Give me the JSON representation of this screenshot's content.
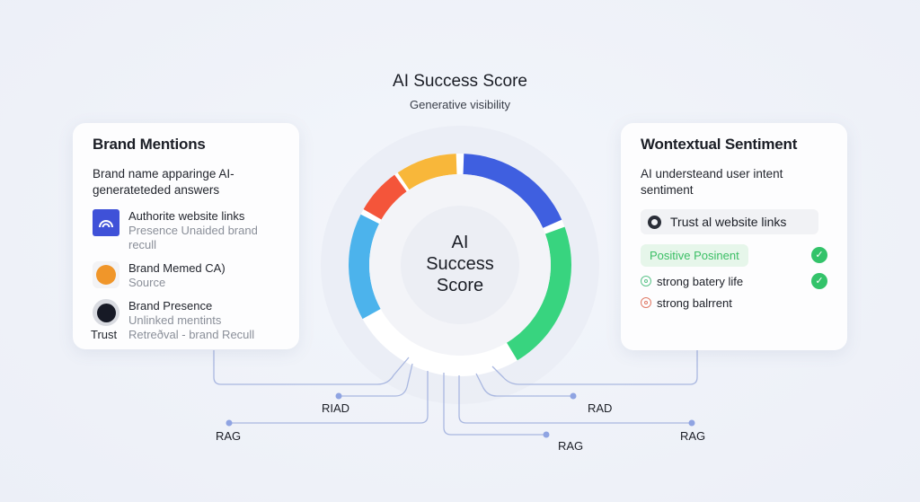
{
  "header": {
    "title": "AI Success Score",
    "subtitle": "Generative visibility"
  },
  "left_card": {
    "title": "Brand Mentions",
    "description": "Brand name apparinge AI-generateteded answers",
    "items": [
      {
        "icon": "signal-icon",
        "line1": "Authorite website links",
        "line2": "Presence Unaided brand recull"
      },
      {
        "icon": "orange-badge-icon",
        "line1": "Brand Memed CA)",
        "line2": "Source"
      },
      {
        "icon": "dark-circle-icon",
        "line1": "Brand Presence",
        "line2": "Unlinked mentints",
        "line3": "Retreðval - brand Recull",
        "side_label": "Trust"
      }
    ]
  },
  "right_card": {
    "title": "Wontextual Sentiment",
    "description": "AI understeand user intent sentiment",
    "pill": "Trust al website links",
    "positive": "Positive Posinent",
    "rows": [
      "strong batery life",
      "strong balrrent"
    ]
  },
  "center": {
    "line1": "AI",
    "line2": "Success",
    "line3": "Score"
  },
  "colors": {
    "blue": "#3f5fe0",
    "green": "#38d47f",
    "lightblue": "#4cb3ec",
    "red": "#f4553a",
    "yellow": "#f8b73a",
    "line": "#a9b7e0",
    "node": "#8fa4e2"
  },
  "ring_segments": [
    {
      "color": "#3f5fe0",
      "start": 2,
      "end": 66
    },
    {
      "color": "#38d47f",
      "start": 70,
      "end": 149
    },
    {
      "color": "#4cb3ec",
      "start": 241,
      "end": 297
    },
    {
      "color": "#f4553a",
      "start": 300,
      "end": 324
    },
    {
      "color": "#f8b73a",
      "start": 326,
      "end": 358
    }
  ],
  "connectors": {
    "labels": [
      "RIAD",
      "RAG",
      "RAG",
      "RAD",
      "RAG"
    ]
  }
}
